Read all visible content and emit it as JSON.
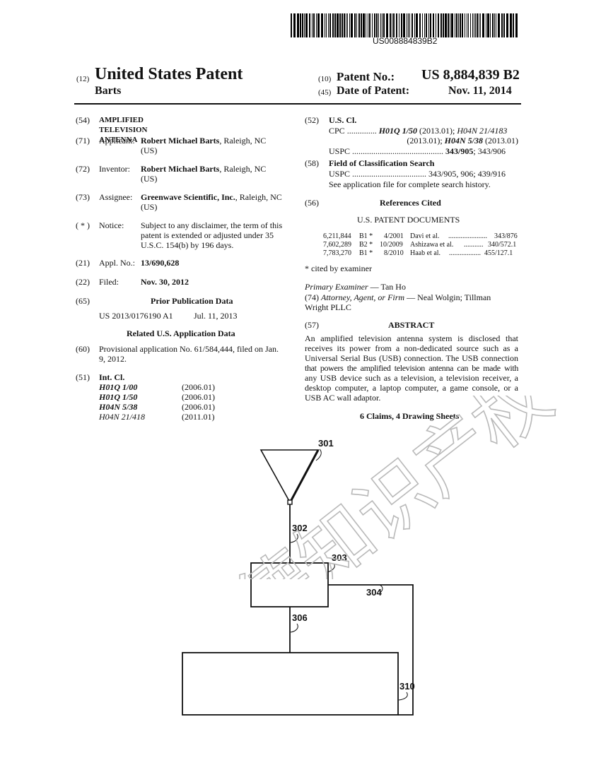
{
  "barcode": {
    "number": "US008884839B2"
  },
  "header": {
    "code12": "(12)",
    "title": "United States Patent",
    "inventor_surname": "Barts",
    "code10": "(10)",
    "patent_no_label": "Patent No.:",
    "patent_no": "US 8,884,839 B2",
    "code45": "(45)",
    "date_label": "Date of Patent:",
    "date": "Nov. 11, 2014"
  },
  "left": {
    "f54": {
      "code": "(54)",
      "text": "AMPLIFIED TELEVISION ANTENNA"
    },
    "f71": {
      "code": "(71)",
      "label": "Applicant:",
      "name": "Robert Michael Barts",
      "rest": ", Raleigh, NC",
      "line2": "(US)"
    },
    "f72": {
      "code": "(72)",
      "label": "Inventor:",
      "name": "Robert Michael Barts",
      "rest": ", Raleigh, NC",
      "line2": "(US)"
    },
    "f73": {
      "code": "(73)",
      "label": "Assignee:",
      "name": "Greenwave Scientific, Inc.",
      "rest": ", Raleigh, NC",
      "line2": "(US)"
    },
    "notice": {
      "code": "( * )",
      "label": "Notice:",
      "lines": [
        "Subject to any disclaimer, the term of this",
        "patent is extended or adjusted under 35",
        "U.S.C. 154(b) by 196 days."
      ]
    },
    "f21": {
      "code": "(21)",
      "label": "Appl. No.:",
      "value": "13/690,628"
    },
    "f22": {
      "code": "(22)",
      "label": "Filed:",
      "value": "Nov. 30, 2012"
    },
    "f65": {
      "code": "(65)",
      "heading": "Prior Publication Data",
      "pub": "US 2013/0176190 A1",
      "date": "Jul. 11, 2013"
    },
    "related_heading": "Related U.S. Application Data",
    "f60": {
      "code": "(60)",
      "line1": "Provisional application No. 61/584,444, filed on Jan.",
      "line2": "9, 2012."
    },
    "f51": {
      "code": "(51)",
      "label": "Int. Cl.",
      "items": [
        {
          "cls": "H01Q 1/00",
          "year": "(2006.01)"
        },
        {
          "cls": "H01Q 1/50",
          "year": "(2006.01)"
        },
        {
          "cls": "H04N 5/38",
          "year": "(2006.01)"
        },
        {
          "cls": "H04N 21/418",
          "year": "(2011.01)"
        }
      ]
    }
  },
  "right": {
    "f52": {
      "code": "(52)",
      "heading": "U.S. Cl.",
      "cpc_label": "CPC",
      "cpc_dots": "..............",
      "cpc_a": "H01Q 1/50",
      "cpc_a_year": " (2013.01); ",
      "cpc_b": "H04N 21/4183",
      "cpc_line2_year": "(2013.01); ",
      "cpc_c": "H04N 5/38",
      "cpc_c_year": " (2013.01)",
      "uspc_label": "USPC",
      "uspc_dots": "...........................................",
      "uspc_bold": "343/905",
      "uspc_rest": "; 343/906"
    },
    "f58": {
      "code": "(58)",
      "heading": "Field of Classification Search",
      "uspc_label": "USPC",
      "uspc_dots": "...................................",
      "uspc_value": "343/905, 906; 439/916",
      "note": "See application file for complete search history."
    },
    "f56": {
      "code": "(56)",
      "heading": "References Cited",
      "subheading": "U.S. PATENT DOCUMENTS",
      "refs": [
        {
          "no": "6,211,844",
          "kind": "B1 *",
          "date": "4/2001",
          "name": "Davi et al.",
          "dots": "......................",
          "cls": "343/876"
        },
        {
          "no": "7,602,289",
          "kind": "B2 *",
          "date": "10/2009",
          "name": "Ashizawa et al.",
          "dots": "...........",
          "cls": "340/572.1"
        },
        {
          "no": "7,783,270",
          "kind": "B1 *",
          "date": "8/2010",
          "name": "Haab et al.",
          "dots": "..................",
          "cls": "455/127.1"
        }
      ],
      "cited_note": "* cited by examiner"
    },
    "examiner": {
      "label": "Primary Examiner",
      "dash": " — ",
      "name": "Tan Ho"
    },
    "attorney": {
      "code": "(74) ",
      "label": "Attorney, Agent, or Firm",
      "dash": " — ",
      "name": "Neal Wolgin; Tillman",
      "line2": "Wright PLLC"
    },
    "abstract": {
      "code": "(57)",
      "heading": "ABSTRACT",
      "lines": [
        "An amplified television antenna system is disclosed that",
        "receives its power from a non-dedicated source such as a",
        "Universal Serial Bus (USB) connection. The USB connection",
        "that powers the amplified television antenna can be made with",
        "any USB device such as a television, a television receiver, a",
        "desktop computer, a laptop computer, a game console, or a",
        "USB AC wall adaptor."
      ]
    },
    "claims": "6 Claims, 4 Drawing Sheets"
  },
  "figure": {
    "labels": {
      "antenna": "301",
      "cable": "302",
      "amplifier": "303",
      "usb_cable": "304",
      "coax": "306",
      "device": "310"
    }
  },
  "watermark": {
    "text": "聚德知识产权"
  }
}
